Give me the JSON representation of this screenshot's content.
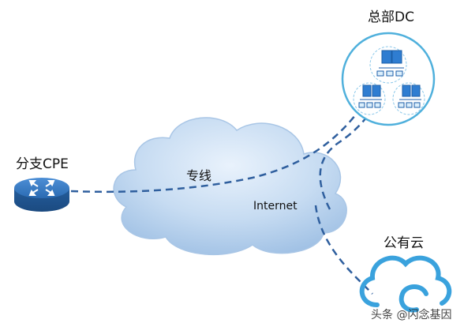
{
  "labels": {
    "branch": "分支CPE",
    "hq": "总部DC",
    "public_cloud": "公有云",
    "leased_line": "专线",
    "internet": "Internet",
    "watermark": "头条 @闪念基因"
  },
  "colors": {
    "link": "#2f5f9e",
    "cloud_fill": "#b7d2ee",
    "cloud_stroke": "#9cbde0",
    "router": "#2c6db3",
    "hq_ring": "#4fb0dc",
    "server_blue": "#2f7dd1",
    "public_cloud": "#3aa2dd"
  }
}
